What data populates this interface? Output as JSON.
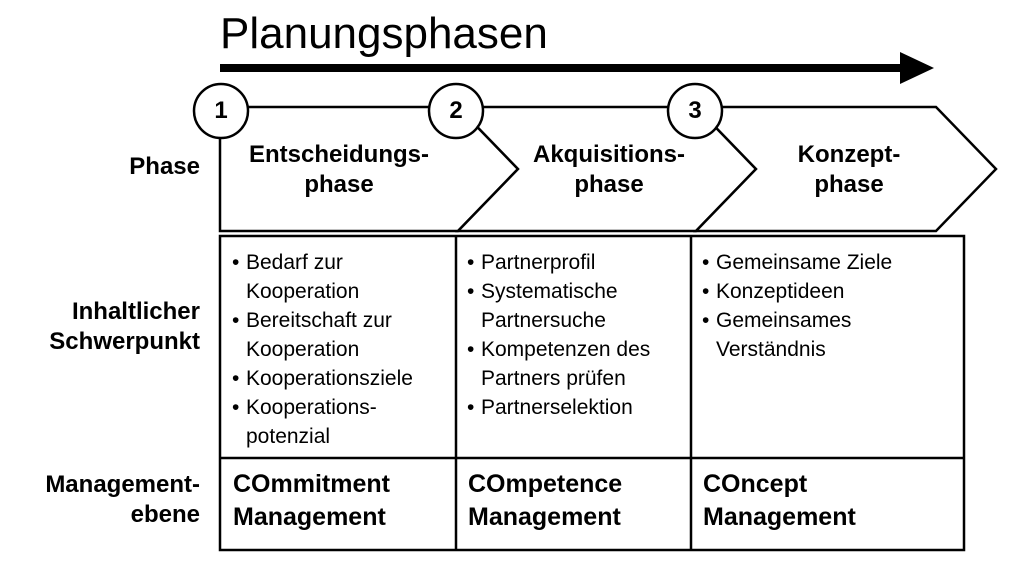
{
  "title": "Planungsphasen",
  "row_labels": {
    "phase": "Phase",
    "content_1": "Inhaltlicher",
    "content_2": "Schwerpunkt",
    "management_1": "Management-",
    "management_2": "ebene"
  },
  "phases": [
    {
      "number": "1",
      "title_1": "Entscheidungs-",
      "title_2": "phase",
      "bullets": [
        [
          "Bedarf zur",
          "Kooperation"
        ],
        [
          "Bereitschaft zur",
          "Kooperation"
        ],
        [
          "Kooperationsziele"
        ],
        [
          "Kooperations-",
          "potenzial"
        ]
      ],
      "management_1": "COmmitment",
      "management_2": "Management"
    },
    {
      "number": "2",
      "title_1": "Akquisitions-",
      "title_2": "phase",
      "bullets": [
        [
          "Partnerprofil"
        ],
        [
          "Systematische",
          "Partnersuche"
        ],
        [
          "Kompetenzen des",
          "Partners prüfen"
        ],
        [
          "Partnerselektion"
        ]
      ],
      "management_1": "COmpetence",
      "management_2": "Management"
    },
    {
      "number": "3",
      "title_1": "Konzept-",
      "title_2": "phase",
      "bullets": [
        [
          "Gemeinsame Ziele"
        ],
        [
          "Konzeptideen"
        ],
        [
          "Gemeinsames",
          "Verständnis"
        ]
      ],
      "management_1": "COncept",
      "management_2": "Management"
    }
  ]
}
